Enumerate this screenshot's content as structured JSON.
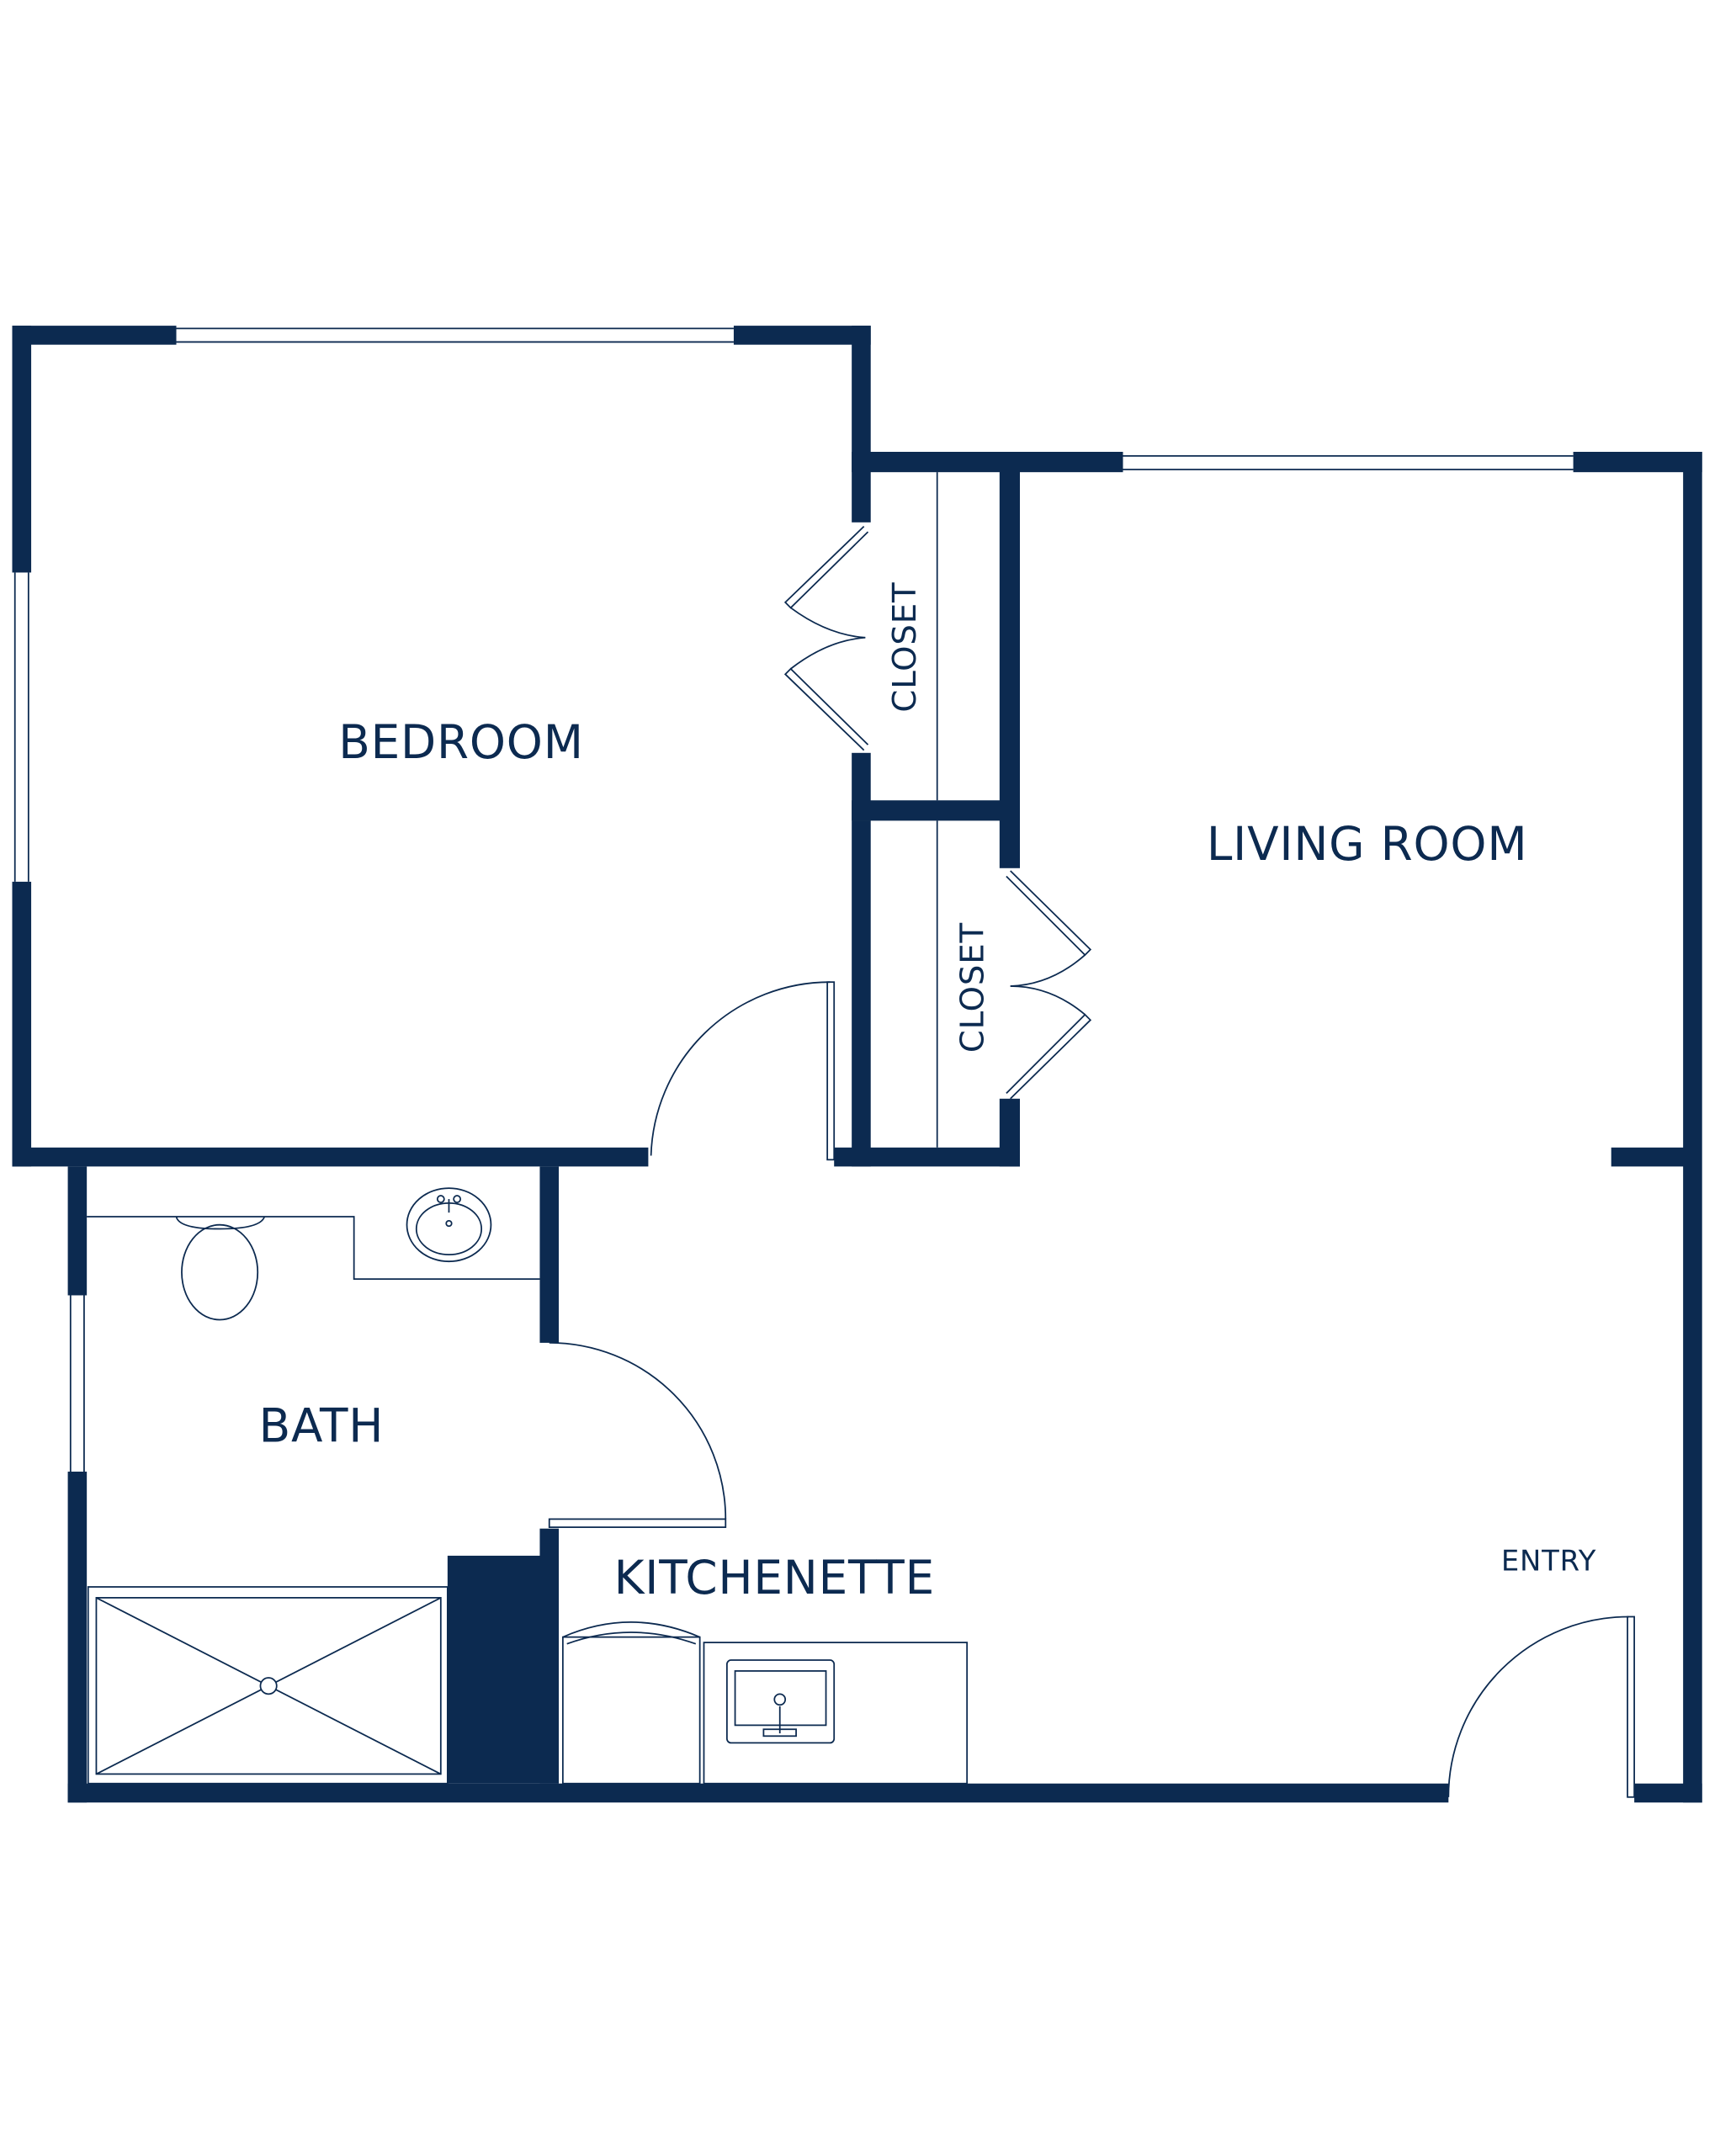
{
  "colors": {
    "wall": "#0c2a50",
    "background": "#ffffff"
  },
  "rooms": {
    "bedroom": "BEDROOM",
    "living_room": "LIVING ROOM",
    "closet_upper": "CLOSET",
    "closet_lower": "CLOSET",
    "bath": "BATH",
    "kitchenette": "KITCHENETTE",
    "entry": "ENTRY"
  }
}
